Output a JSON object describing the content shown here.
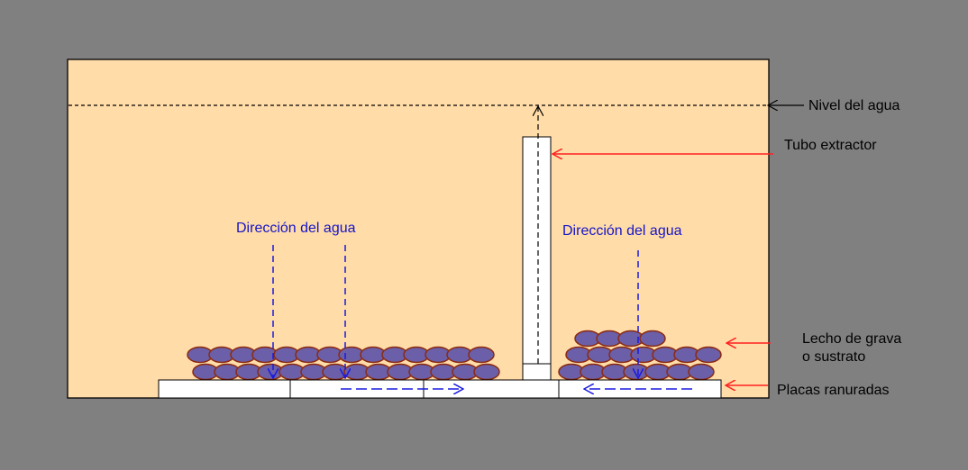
{
  "colors": {
    "background": "#808080",
    "tank_fill": "#FFDCA8",
    "gravel_fill": "#6A5FA8",
    "gravel_stroke": "#8B2A10",
    "flow_arrow": "#1A1AE0",
    "pointer_arrow": "#FF2020",
    "text_blue": "#1515C8",
    "text_black": "#000000"
  },
  "labels": {
    "water_level": "Nivel del agua",
    "extraction_tube": "Tubo extractor",
    "water_direction_left": "Dirección del agua",
    "water_direction_right": "Dirección del agua",
    "gravel_bed_line1": "Lecho de grava",
    "gravel_bed_line2": "o sustrato",
    "slotted_plates": "Placas ranuradas"
  }
}
